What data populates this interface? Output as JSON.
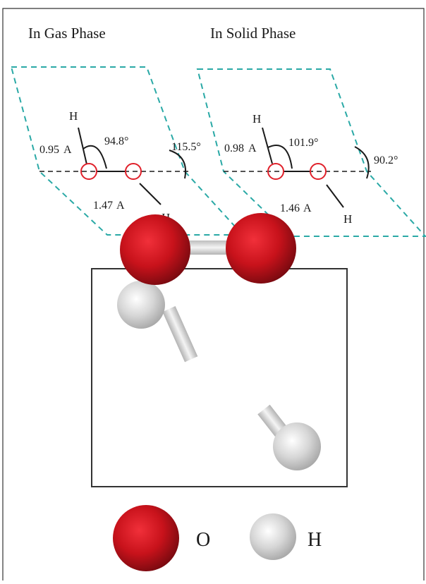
{
  "gas_phase": {
    "title": "In Gas Phase",
    "hydrogen_top": "H",
    "hydrogen_bottom": "H",
    "oh_length": "0.95",
    "oo_length": "1.47",
    "length_unit": "A",
    "hoo_angle": "94.8°",
    "dihedral_angle": "115.5°"
  },
  "solid_phase": {
    "title": "In Solid Phase",
    "hydrogen_top": "H",
    "hydrogen_bottom": "H",
    "oh_length": "0.98",
    "oo_length": "1.46",
    "length_unit": "A",
    "hoo_angle": "101.9°",
    "dihedral_angle": "90.2°"
  },
  "legend": {
    "oxygen_label": "O",
    "hydrogen_label": "H"
  },
  "colors": {
    "plane_outline": "#2aa9a6",
    "oxygen": "#d0121b",
    "hydrogen": "#cfcfcf",
    "bond": "#d9d9d9",
    "oxygen_marker": "#e0202a",
    "frame": "#333333"
  }
}
